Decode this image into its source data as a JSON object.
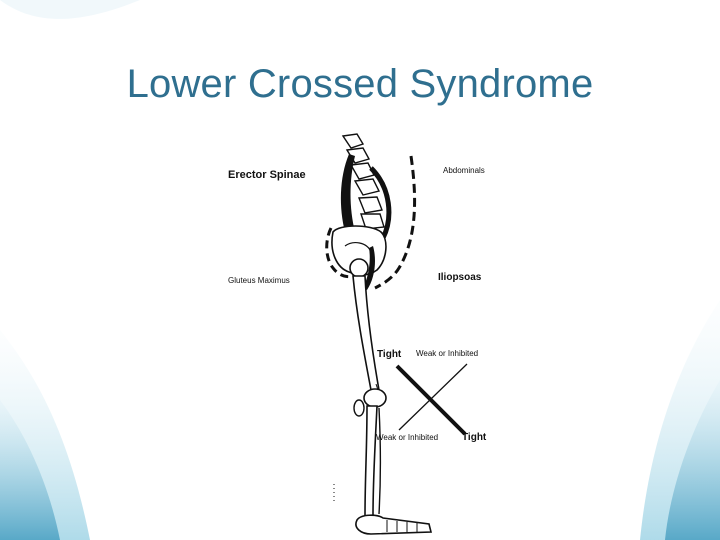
{
  "slide": {
    "title": "Lower Crossed Syndrome"
  },
  "figure": {
    "labels": {
      "erector_spinae": "Erector Spinae",
      "abdominals": "Abdominals",
      "gluteus_maximus": "Gluteus Maximus",
      "iliopsoas": "Iliopsoas",
      "tight_top": "Tight",
      "weak_top": "Weak or Inhibited",
      "weak_bottom": "Weak or Inhibited",
      "tight_bottom": "Tight"
    }
  },
  "theme": {
    "title_color": "#2f6f8f",
    "wave_color": "#7fbfd6"
  }
}
